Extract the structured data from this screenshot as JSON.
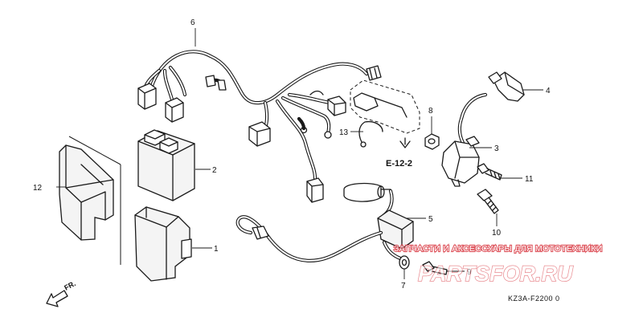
{
  "diagram": {
    "callouts": {
      "c1": "1",
      "c2": "2",
      "c3": "3",
      "c4": "4",
      "c5": "5",
      "c6": "6",
      "c7": "7",
      "c8": "8",
      "c9": "9",
      "c10": "10",
      "c11": "11",
      "c12": "12",
      "c13": "13"
    },
    "reference": "E-12-2",
    "drawing_code": "KZ3A-F2200 0",
    "direction_label": "FR."
  },
  "watermark": {
    "text": "ЗАПЧАСТИ И АКСЕССУАРЫ ДЛЯ МОТОТЕХНИКИ",
    "logo": "PARTSFOR.RU",
    "color": "#d8303a"
  }
}
